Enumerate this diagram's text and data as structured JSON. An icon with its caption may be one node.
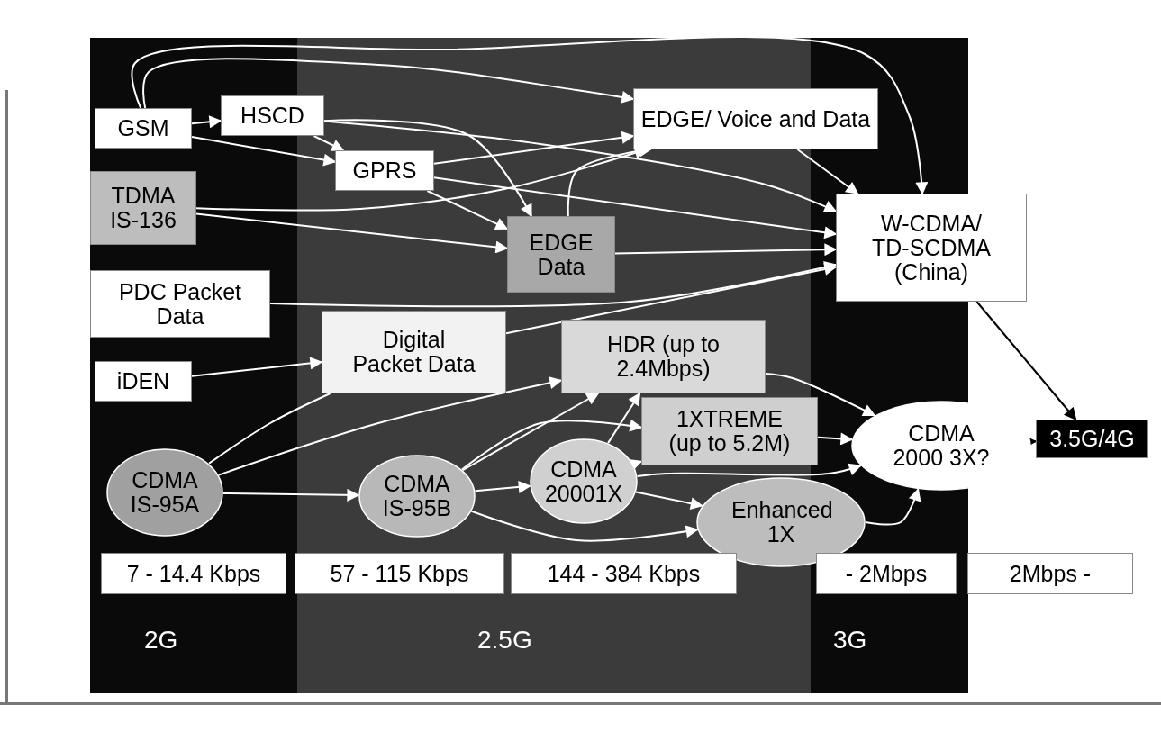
{
  "diagram": {
    "nodes": [
      {
        "text": [
          "GSM"
        ]
      },
      {
        "text": [
          "HSCD"
        ]
      },
      {
        "text": [
          "GPRS"
        ]
      },
      {
        "text": [
          "TDMA IS-136"
        ]
      },
      {
        "text": [
          "EDGE/ Voice and Data"
        ]
      },
      {
        "text": [
          "EDGE Data"
        ]
      },
      {
        "text": [
          "W-CDMA/ TD-SCDMA (China)"
        ]
      },
      {
        "text": [
          "PDC Packet Data"
        ]
      },
      {
        "text": [
          "Digital Packet Data"
        ]
      },
      {
        "text": [
          "iDEN"
        ]
      },
      {
        "text": [
          "HDR (up to 2.4Mbps)"
        ]
      },
      {
        "text": [
          "3.5G/4G"
        ]
      },
      {
        "text": [
          "1XTREME (up to 5.2M)"
        ]
      },
      {
        "text": [
          "CDMA 2000 3X?"
        ]
      },
      {
        "text": [
          "CDMA IS-95A"
        ]
      },
      {
        "text": [
          "CDMA IS-95B"
        ]
      },
      {
        "text": [
          "CDMA 20001X"
        ]
      },
      {
        "text": [
          "Enhanced 1X"
        ]
      },
      {
        "text": [
          "7 - 14.4 Kbps"
        ]
      },
      {
        "text": [
          "57 - 115 Kbps"
        ]
      },
      {
        "text": [
          "144 - 384 Kbps"
        ]
      },
      {
        "text": [
          "- 2Mbps"
        ]
      },
      {
        "text": [
          "2Mbps -"
        ]
      }
    ],
    "edges": [
      {
        "from": 0,
        "to": 1,
        "arrow": "to"
      },
      {
        "from": 0,
        "to": 2,
        "arrow": "to"
      },
      {
        "from": 0,
        "to": 4,
        "arrow": "to"
      },
      {
        "from": 0,
        "to": 6,
        "arrow": "to"
      },
      {
        "from": 1,
        "to": 2,
        "arrow": "to"
      },
      {
        "from": 1,
        "to": 5,
        "arrow": "to"
      },
      {
        "from": 1,
        "to": 6,
        "arrow": "to"
      },
      {
        "from": 2,
        "to": 4,
        "arrow": "to"
      },
      {
        "from": 2,
        "to": 5,
        "arrow": "to"
      },
      {
        "from": 2,
        "to": 6,
        "arrow": "to"
      },
      {
        "from": 3,
        "to": 4,
        "arrow": "to"
      },
      {
        "from": 3,
        "to": 5,
        "arrow": "to"
      },
      {
        "from": 5,
        "to": 4,
        "arrow": "to"
      },
      {
        "from": 5,
        "to": 6,
        "arrow": "to"
      },
      {
        "from": 4,
        "to": 6,
        "arrow": "to"
      },
      {
        "from": 7,
        "to": 6,
        "arrow": "to"
      },
      {
        "from": 9,
        "to": 8,
        "arrow": "to"
      },
      {
        "from": 8,
        "to": 6,
        "arrow": "to"
      },
      {
        "from": 14,
        "to": 8,
        "arrow": "none"
      },
      {
        "from": 14,
        "to": 15,
        "arrow": "to"
      },
      {
        "from": 14,
        "to": 10,
        "arrow": "to"
      },
      {
        "from": 15,
        "to": 10,
        "arrow": "to"
      },
      {
        "from": 15,
        "to": 12,
        "arrow": "to"
      },
      {
        "from": 15,
        "to": 16,
        "arrow": "to"
      },
      {
        "from": 15,
        "to": 17,
        "arrow": "to"
      },
      {
        "from": 16,
        "to": 10,
        "arrow": "to"
      },
      {
        "from": 16,
        "to": 12,
        "arrow": "to"
      },
      {
        "from": 16,
        "to": 17,
        "arrow": "to"
      },
      {
        "from": 16,
        "to": 13,
        "arrow": "to"
      },
      {
        "from": 10,
        "to": 13,
        "arrow": "to"
      },
      {
        "from": 12,
        "to": 13,
        "arrow": "to"
      },
      {
        "from": 17,
        "to": 13,
        "arrow": "to"
      },
      {
        "from": 13,
        "to": 11,
        "arrow": "to",
        "color": "#000000"
      },
      {
        "from": 6,
        "to": 11,
        "arrow": "to",
        "color": "#000000"
      }
    ],
    "labels": [
      "2G",
      "2.5G",
      "3G"
    ]
  }
}
